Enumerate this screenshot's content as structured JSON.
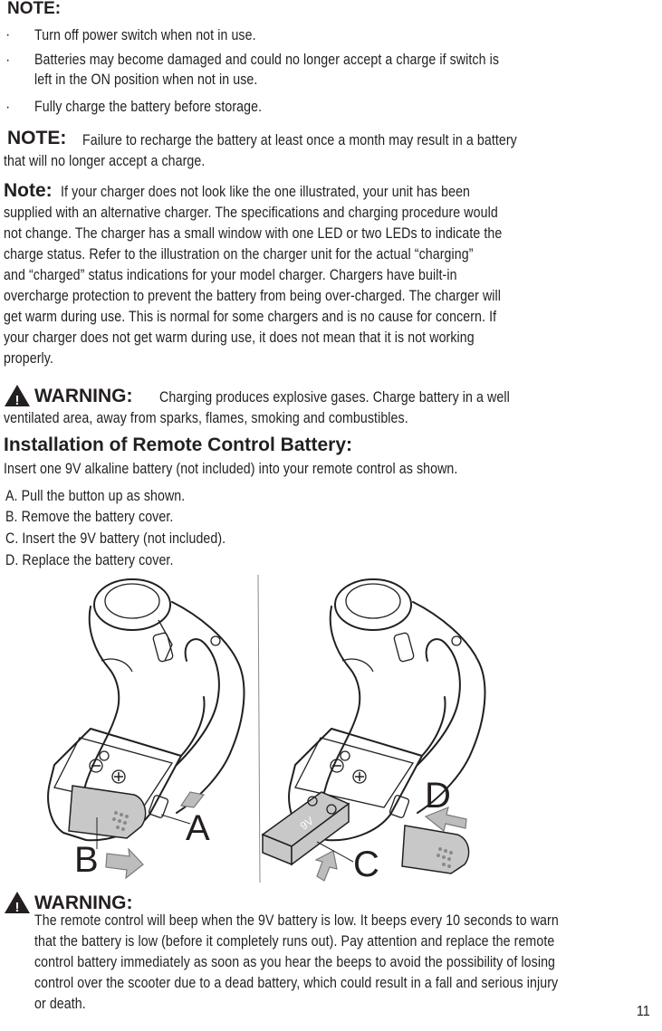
{
  "note1": {
    "heading": "NOTE:",
    "bullet_mark": "·",
    "items": [
      [
        "Turn off power switch when not in use."
      ],
      [
        "Batteries may become damaged and could no longer accept a charge if switch is",
        "left in the ON position when not in use."
      ],
      [
        "Fully charge the battery before storage."
      ]
    ]
  },
  "note2": {
    "heading": "NOTE:",
    "lines": [
      "Failure to recharge the battery at least once a month may result in a battery",
      "that will no longer accept a charge."
    ]
  },
  "note3": {
    "heading": "Note:",
    "lines": [
      "If your charger does not look like the one illustrated, your unit has been",
      "supplied with an alternative charger. The specifications and charging procedure would",
      "not change. The charger has a small window with one LED or two LEDs to indicate the",
      "charge status. Refer to the illustration on the charger unit for the actual “charging”",
      "and “charged” status indications for your model charger. Chargers have built-in",
      "overcharge protection to prevent the battery from being over-charged. The charger will",
      "get warm during use. This is normal for some chargers and is no cause for concern. If",
      "your charger does not get warm during use, it does not mean that it is not working",
      "properly."
    ]
  },
  "warning1": {
    "icon_glyph": "!",
    "heading": "WARNING:",
    "lines": [
      "Charging produces explosive gases. Charge battery in a well",
      "ventilated area, away from sparks, flames, smoking and combustibles."
    ]
  },
  "installation": {
    "heading": "Installation of Remote Control Battery:",
    "intro": "Insert one 9V alkaline battery (not included) into your remote control as shown.",
    "steps": [
      "A. Pull the button up as shown.",
      "B. Remove the battery cover.",
      "C. Insert the 9V battery (not included).",
      "D. Replace the battery cover."
    ]
  },
  "figure": {
    "labels": {
      "a": "A",
      "b": "B",
      "c": "C",
      "d": "D"
    },
    "battery_label": "9V",
    "minus": "⊖",
    "plus": "⊕"
  },
  "warning2": {
    "icon_glyph": "!",
    "heading": "WARNING:",
    "lines": [
      "The remote control will beep when the 9V battery is low. It beeps every 10 seconds to warn",
      "that the battery is low (before it completely runs out). Pay attention and replace the remote",
      "control battery immediately as soon as you hear the beeps to avoid the possibility of losing",
      "control over the scooter due to a dead battery, which could result in a fall and serious injury",
      "or death."
    ]
  },
  "page_number": "11"
}
